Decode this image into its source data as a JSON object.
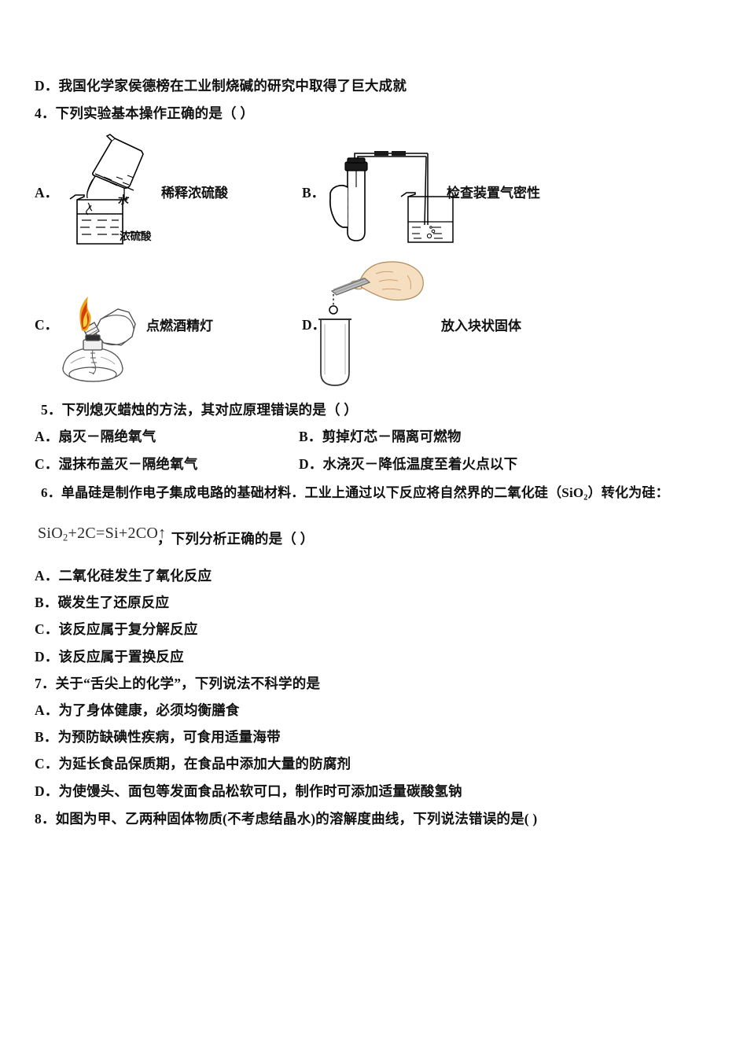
{
  "document": {
    "type": "chemistry-exam-page",
    "language": "zh-CN"
  },
  "previous_question_tail": {
    "option_d": "D．我国化学家侯德榜在工业制烧碱的研究中取得了巨大成就"
  },
  "questions": [
    {
      "number": "4",
      "stem": "4．下列实验基本操作正确的是（      ）",
      "type": "figure-options",
      "options": [
        {
          "mark": "A．",
          "caption": "稀释浓硫酸",
          "figure": "diluting-concentrated-sulfuric-acid",
          "inner_labels": [
            "水",
            "浓硫酸"
          ]
        },
        {
          "mark": "B．",
          "caption": "检查装置气密性",
          "figure": "checking-apparatus-airtightness",
          "inner_labels": []
        },
        {
          "mark": "C．",
          "caption": "点燃酒精灯",
          "figure": "lighting-alcohol-lamp",
          "inner_labels": []
        },
        {
          "mark": "D．",
          "caption": "放入块状固体",
          "figure": "placing-lump-solid-into-test-tube",
          "inner_labels": []
        }
      ]
    },
    {
      "number": "5",
      "stem": "5．下列熄灭蜡烛的方法，其对应原理错误的是（  ）",
      "type": "text-options-two-column",
      "options": [
        "A．扇灭－隔绝氧气",
        "B．剪掉灯芯－隔离可燃物",
        "C．湿抹布盖灭－隔绝氧气",
        "D．水浇灭－降低温度至着火点以下"
      ]
    },
    {
      "number": "6",
      "stem_line1": "6．单晶硅是制作电子集成电路的基础材料．工业上通过以下反应将自然界的二氧化硅（SiO₂）转化为硅：",
      "equation_html": "SiO<sub>2</sub>+2C=Si+2CO↑",
      "equation_plain": "SiO2+2C=Si+2CO↑",
      "stem_line2_tail": "，下列分析正确的是（      ）",
      "type": "text-options-single-column",
      "options": [
        "A．二氧化硅发生了氧化反应",
        "B．碳发生了还原反应",
        "C．该反应属于复分解反应",
        "D．该反应属于置换反应"
      ]
    },
    {
      "number": "7",
      "stem": "7．关于“舌尖上的化学”，下列说法不科学的是",
      "type": "text-options-single-column",
      "options": [
        "A．为了身体健康，必须均衡膳食",
        "B．为预防缺碘性疾病，可食用适量海带",
        "C．为延长食品保质期，在食品中添加大量的防腐剂",
        "D．为使馒头、面包等发面食品松软可口，制作时可添加适量碳酸氢钠"
      ]
    },
    {
      "number": "8",
      "stem": "8．如图为甲、乙两种固体物质(不考虑结晶水)的溶解度曲线，下列说法错误的是(      )",
      "type": "figure-question-stem-only",
      "options": []
    }
  ],
  "colors": {
    "text": "#111111",
    "ink": "#000000",
    "flame_outer": "#e8a317",
    "flame_inner": "#d93a0b",
    "skin": "#f6dfc0",
    "skin_shade": "#e8c79a",
    "metal": "#9a9a9a"
  }
}
